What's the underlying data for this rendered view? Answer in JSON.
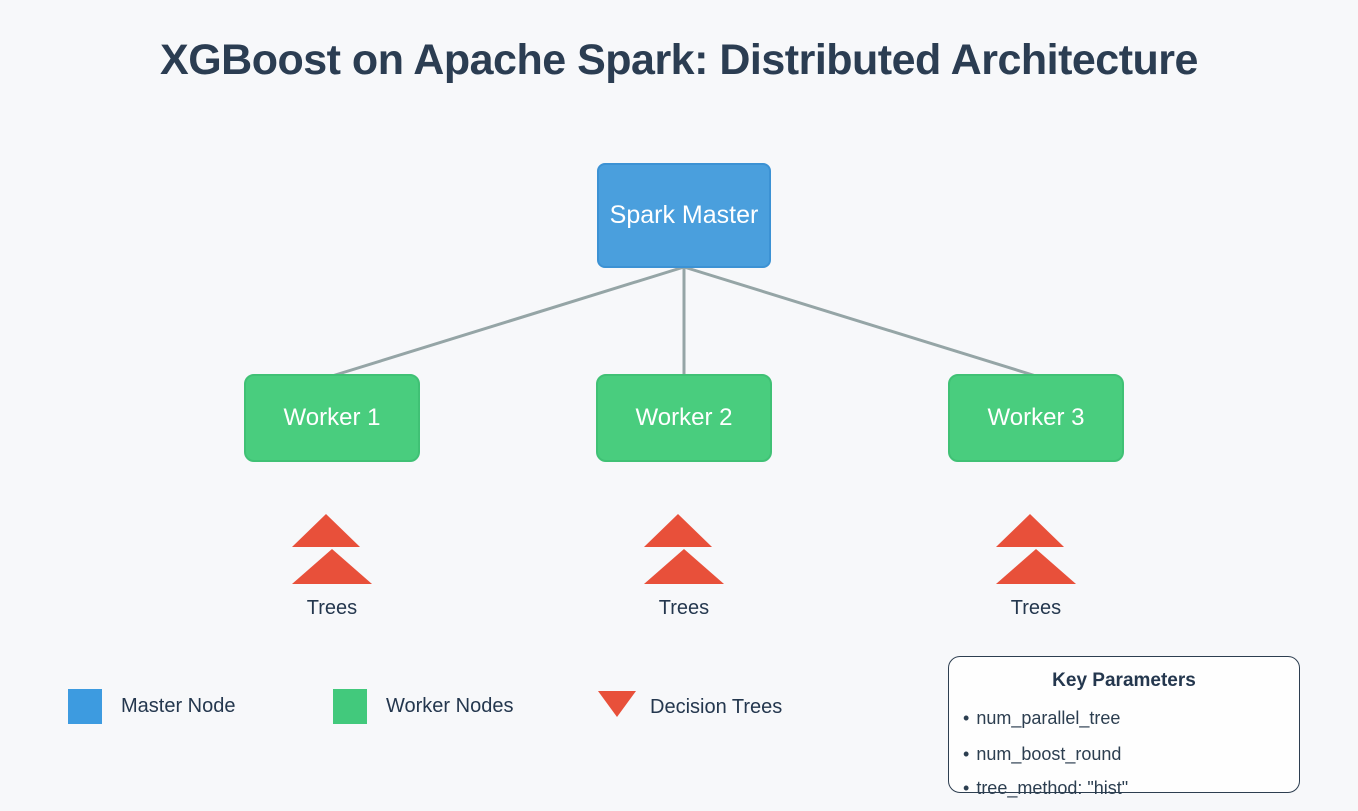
{
  "title": "XGBoost on Apache Spark: Distributed Architecture",
  "nodes": {
    "master": {
      "label": "Spark Master",
      "color": "#4a9fdd"
    },
    "workers": [
      {
        "label": "Worker 1"
      },
      {
        "label": "Worker 2"
      },
      {
        "label": "Worker 3"
      }
    ],
    "worker_color": "#49cd7e"
  },
  "trees": {
    "label": "Trees",
    "icon_color": "#e8503a"
  },
  "legend": {
    "items": [
      {
        "label": "Master Node",
        "swatch_color": "#3d9be0",
        "swatch_shape": "square"
      },
      {
        "label": "Worker Nodes",
        "swatch_color": "#42c97c",
        "swatch_shape": "square"
      },
      {
        "label": "Decision Trees",
        "swatch_color": "#e8503a",
        "swatch_shape": "triangle-down"
      }
    ]
  },
  "key_parameters": {
    "title": "Key Parameters",
    "bullet": "•",
    "items": [
      "num_parallel_tree",
      "num_boost_round",
      "tree_method: \"hist\""
    ]
  },
  "colors": {
    "background": "#f7f8fa",
    "title_text": "#2b3d52",
    "connector": "#95a5a6",
    "node_text": "#ffffff",
    "body_text": "#2c3e50"
  }
}
